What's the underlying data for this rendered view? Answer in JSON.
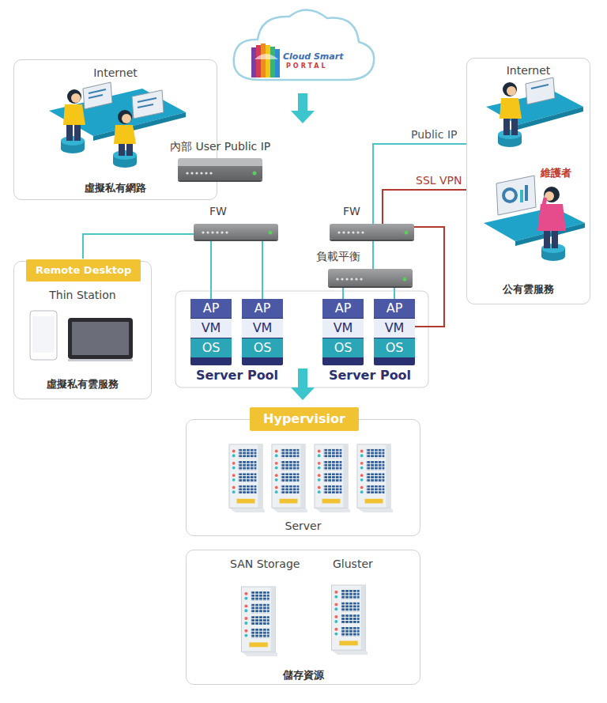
{
  "diagram": {
    "nodes": [
      {
        "text": [
          "Cloud Smart",
          "PORTAL"
        ]
      },
      {
        "text": [
          "Internet",
          "虛擬私有網路"
        ]
      },
      {
        "text": [
          "Internet",
          "維護者",
          "公有雲服務"
        ]
      },
      {
        "text": [
          "內部 User Public IP"
        ]
      },
      {
        "text": [
          "FW"
        ]
      },
      {
        "text": [
          "FW"
        ]
      },
      {
        "text": [
          "負載平衡"
        ]
      },
      {
        "text": [
          "Remote Desktop",
          "Thin Station",
          "虛擬私有雲服務"
        ]
      },
      {
        "text": [
          "Server Pool"
        ]
      },
      {
        "text": [
          "AP",
          "VM",
          "OS"
        ],
        "in": 8
      },
      {
        "text": [
          "AP",
          "VM",
          "OS"
        ],
        "in": 8
      },
      {
        "text": [
          "Server Pool"
        ]
      },
      {
        "text": [
          "AP",
          "VM",
          "OS"
        ],
        "in": 11
      },
      {
        "text": [
          "AP",
          "VM",
          "OS"
        ],
        "in": 11
      },
      {
        "text": [
          "Hypervisior",
          "Server"
        ]
      },
      {
        "text": [
          "SAN Storage",
          "Gluster",
          "儲存資源"
        ]
      }
    ],
    "edges": [
      {
        "from": 4,
        "to": 7,
        "arrow": "none"
      },
      {
        "from": 4,
        "to": 9,
        "arrow": "none"
      },
      {
        "from": 4,
        "to": 10,
        "arrow": "none"
      },
      {
        "from": 2,
        "to": 5,
        "label": "Public IP",
        "arrow": "none"
      },
      {
        "from": 2,
        "to": 5,
        "label": "SSL VPN",
        "arrow": "none"
      },
      {
        "from": 5,
        "to": 13,
        "arrow": "none"
      },
      {
        "from": 5,
        "to": 6,
        "arrow": "none"
      },
      {
        "from": 6,
        "to": 12,
        "arrow": "none"
      },
      {
        "from": 6,
        "to": 13,
        "arrow": "none"
      }
    ]
  }
}
